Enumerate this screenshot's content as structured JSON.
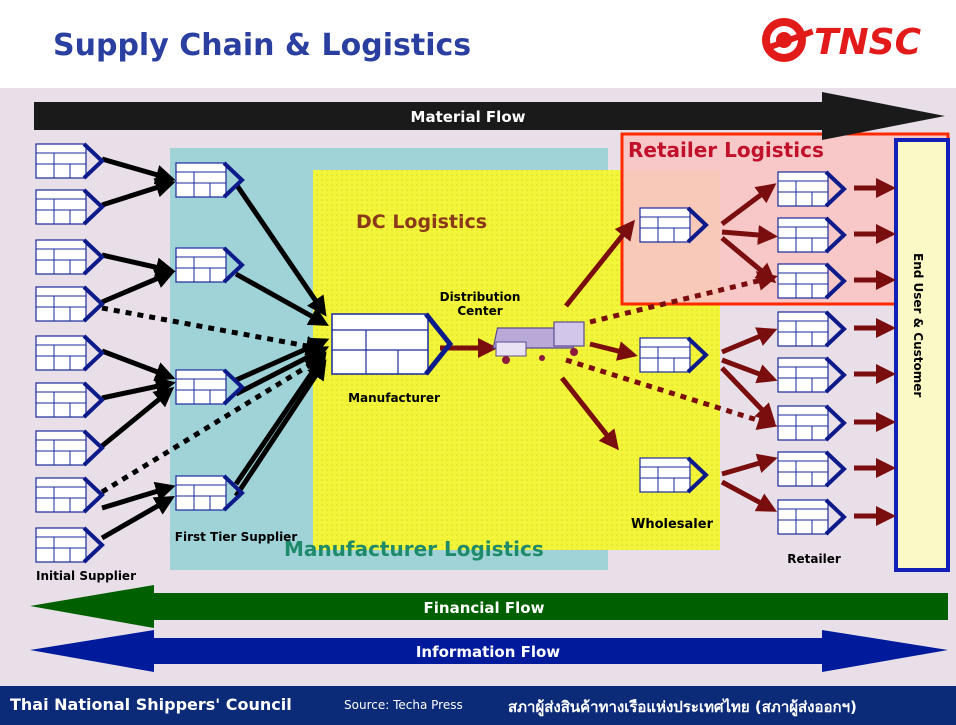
{
  "title": "Supply Chain & Logistics",
  "logo_text": "TNSC",
  "flows": {
    "material": "Material Flow",
    "financial": "Financial Flow",
    "information": "Information Flow"
  },
  "regions": {
    "retailer_logistics": "Retailer Logistics",
    "dc_logistics": "DC Logistics",
    "manufacturer_logistics": "Manufacturer Logistics",
    "end_user": "End User & Customer"
  },
  "nodes": {
    "initial_supplier": "Initial Supplier",
    "first_tier_supplier": "First Tier Supplier",
    "manufacturer": "Manufacturer",
    "distribution_center": [
      "Distribution",
      "Center"
    ],
    "wholesaler": "Wholesaler",
    "retailer": "Retailer"
  },
  "footer": {
    "org": "Thai National Shippers' Council",
    "source": "Source: Techa Press",
    "thai": "สภาผู้ส่งสินค้าทางเรือแห่งประเทศไทย (สภาผู้ส่งออกฯ)"
  },
  "colors": {
    "title": "#2a3fa0",
    "manufacturer_zone": "#9fd3d8",
    "dc_zone": "#f2f53a",
    "retailer_zone": "#f8c4c4",
    "retailer_border": "#ff2a00",
    "end_user_box": "#fbf9c6",
    "end_user_border": "#1220b8",
    "material_arrow": "#1a1a1a",
    "financial_arrow": "#006000",
    "information_arrow": "#001a9c",
    "downstream_arrow": "#7a0d0d",
    "footer_bg": "#0b2a78",
    "logo": "#e31a1a"
  }
}
